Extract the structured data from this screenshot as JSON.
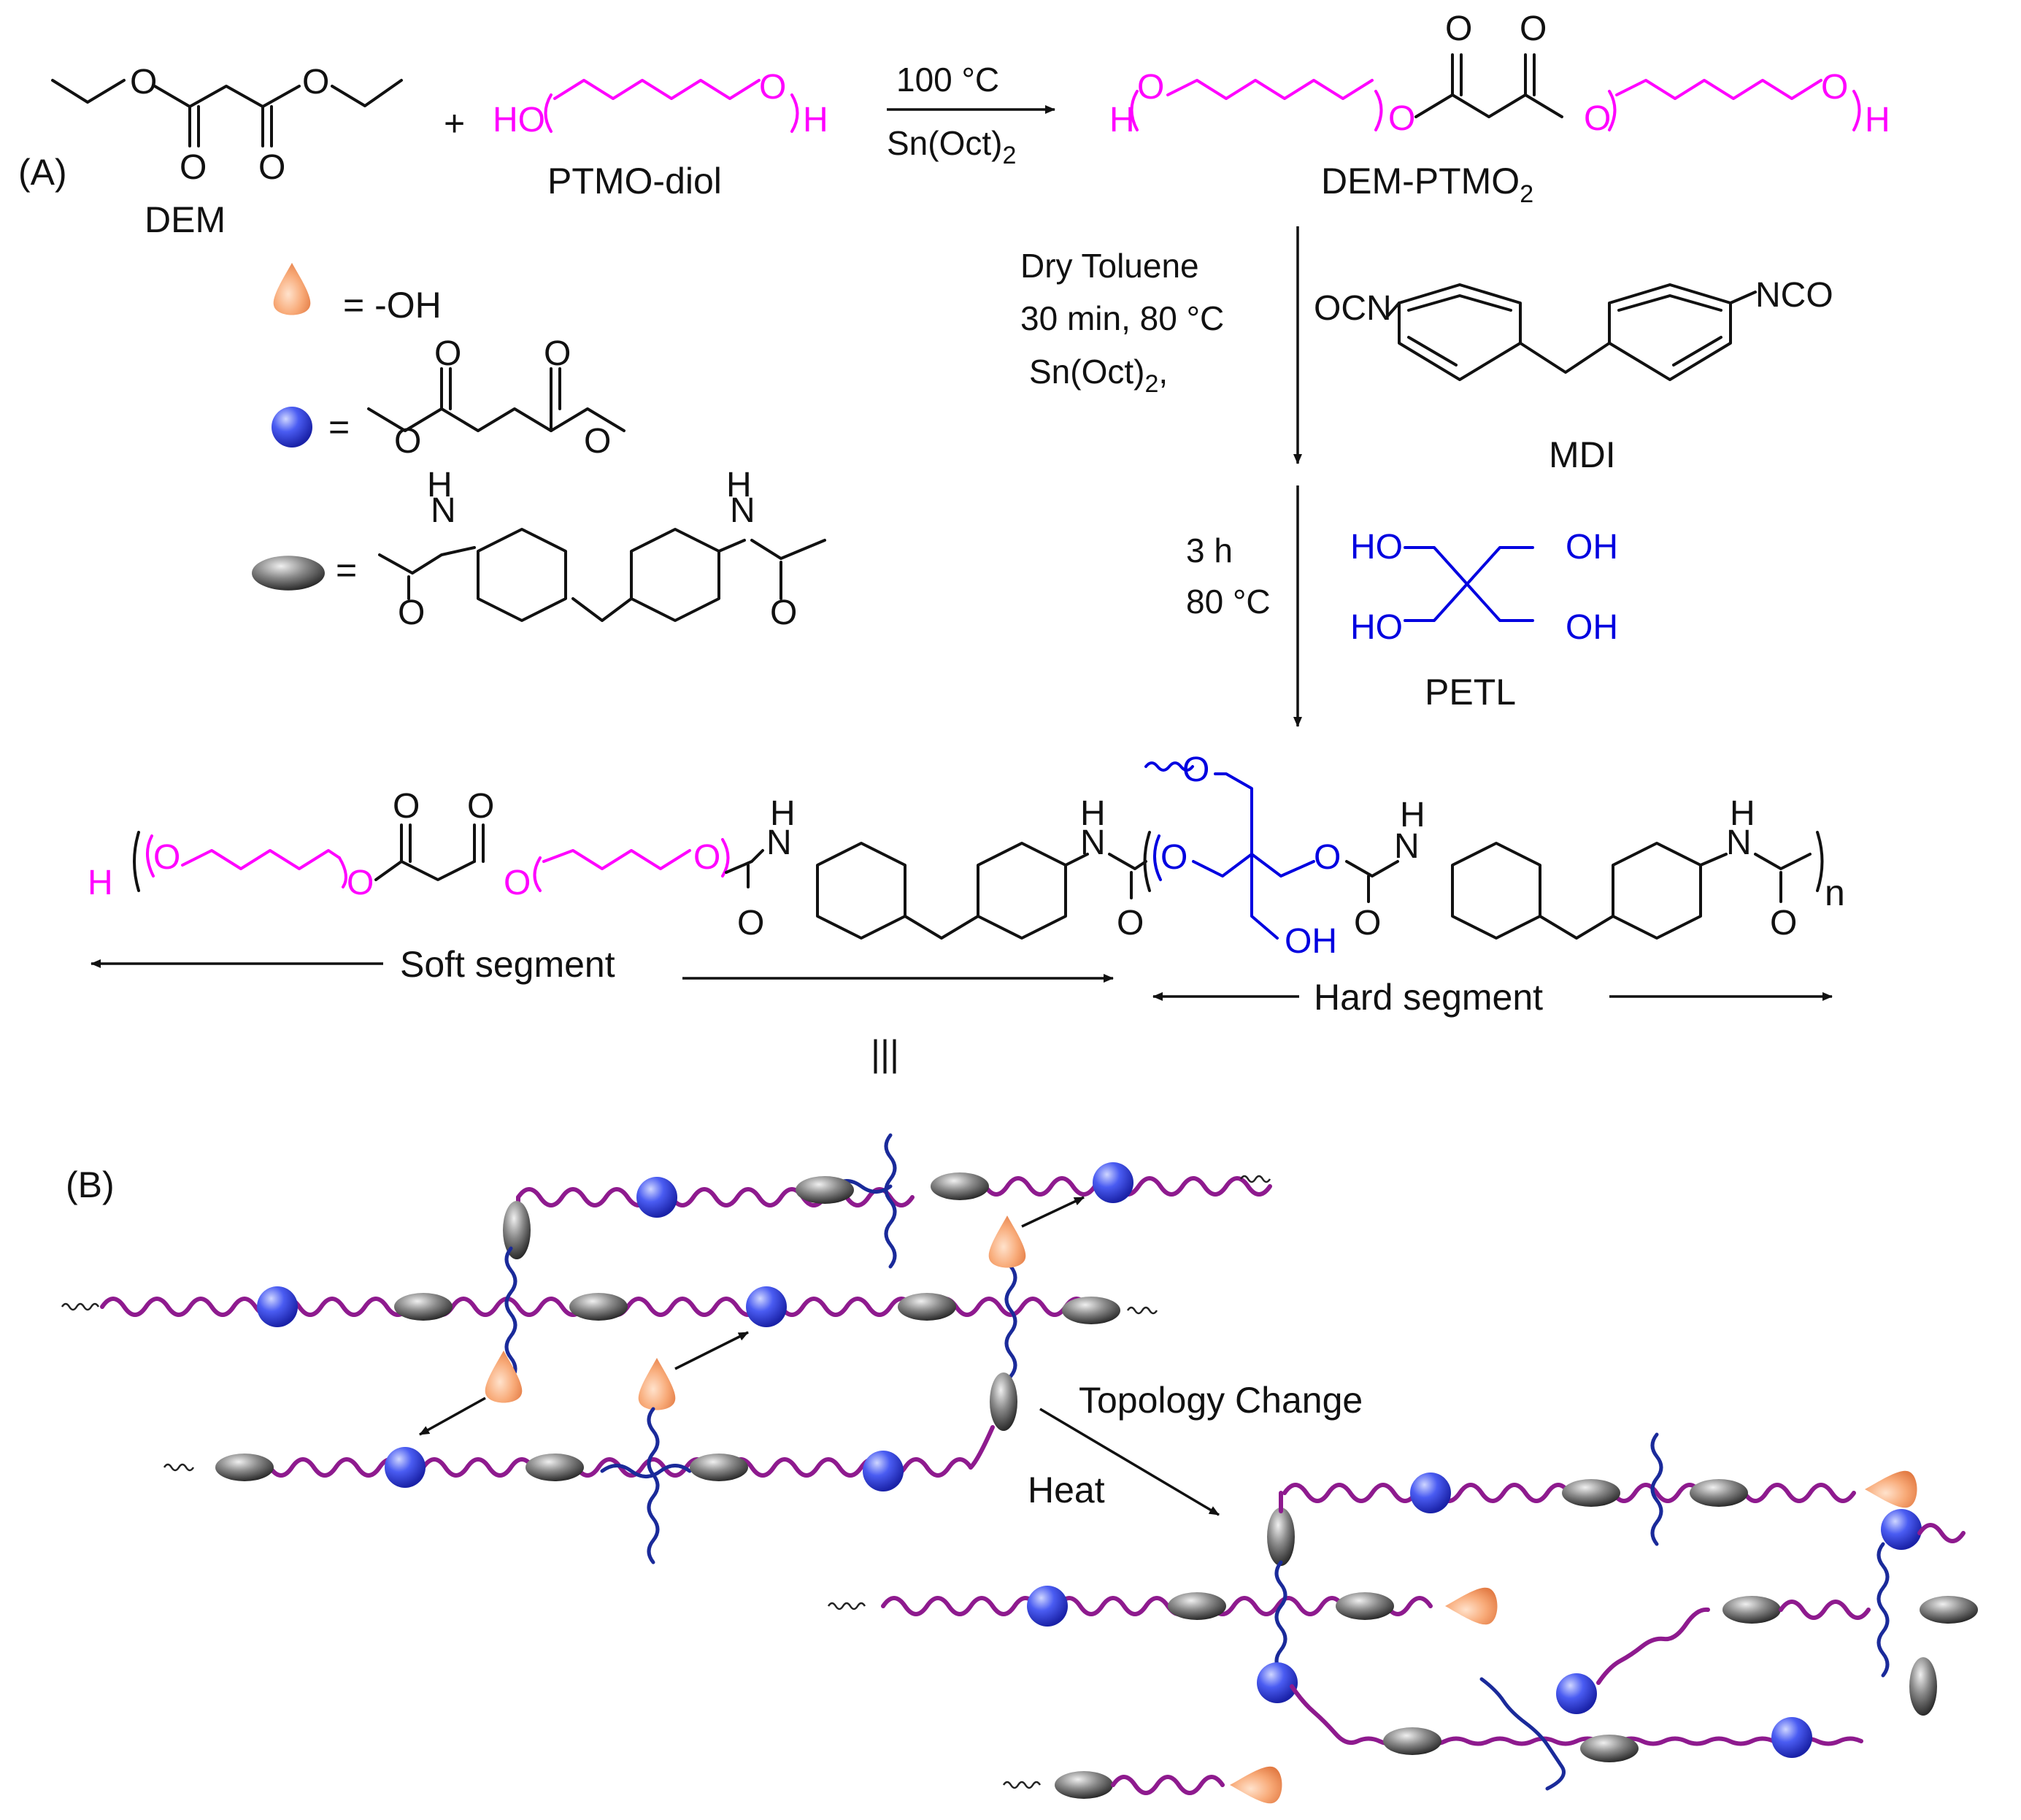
{
  "panels": {
    "a": "(A)",
    "b": "(B)"
  },
  "reagents": {
    "dem": "DEM",
    "ptmo": "PTMO-diol",
    "product1": "DEM-PTMO",
    "product1_sub": "2",
    "mdi": "MDI",
    "petl": "PETL",
    "plus": "+"
  },
  "conditions": {
    "step1_temp": "100 °C",
    "step1_cat": "Sn(Oct)",
    "step1_cat_sub": "2",
    "step2_solvent": "Dry Toluene",
    "step2_time": "30 min, 80 °C",
    "step2_cat": "Sn(Oct)",
    "step2_cat_sub": "2",
    "step2_cat_tail": ",",
    "step3_time": "3 h",
    "step3_temp": "80 °C"
  },
  "legend": {
    "oh": "= -OH",
    "eq": "="
  },
  "atoms": {
    "o": "O",
    "h": "H",
    "ho": "HO",
    "oh": "OH",
    "n": "N",
    "ocn": "OCN",
    "nco": "NCO",
    "n_repeat": "n"
  },
  "segments": {
    "soft": "Soft segment",
    "hard": "Hard segment",
    "equiv": "|||"
  },
  "annotations": {
    "topology": "Topology  Change",
    "heat": "Heat"
  },
  "colors": {
    "ptmo": "#ff00ff",
    "petl": "#0000e0",
    "chain": "#8e1a8e",
    "crosslink": "#1a2a9a",
    "ester_ball": "#3344ee",
    "urethane": "#555555",
    "hydroxyl": "#f6a77a"
  }
}
